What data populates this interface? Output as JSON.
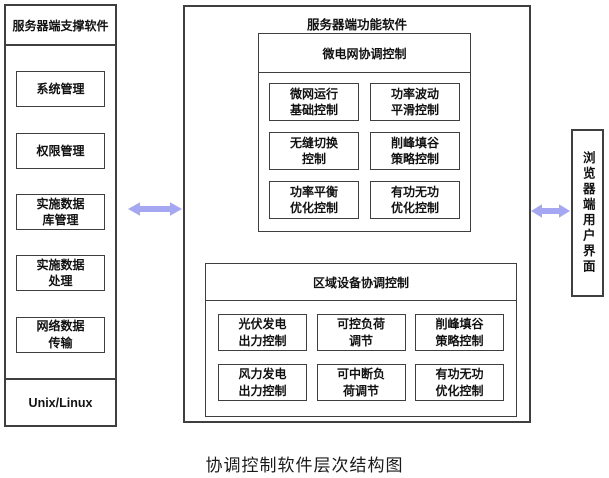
{
  "diagram": {
    "caption": "协调控制软件层次结构图"
  },
  "left_panel": {
    "title": "服务器端支撑软件",
    "items": [
      "系统管理",
      "权限管理",
      "实施数据\n库管理",
      "实施数据\n处理",
      "网络数据\n传输"
    ],
    "footer": "Unix/Linux"
  },
  "mid_panel": {
    "title": "服务器端功能软件",
    "groups": [
      {
        "title": "微电网协调控制",
        "items": [
          "微网运行\n基础控制",
          "功率波动\n平滑控制",
          "无缝切换\n控制",
          "削峰填谷\n策略控制",
          "功率平衡\n优化控制",
          "有功无功\n优化控制"
        ]
      },
      {
        "title": "区域设备协调控制",
        "items": [
          "光伏发电\n出力控制",
          "可控负荷\n调节",
          "削峰填谷\n策略控制",
          "风力发电\n出力控制",
          "可中断负\n荷调节",
          "有功无功\n优化控制"
        ]
      }
    ]
  },
  "right_panel": {
    "title": "浏览器端用户界面"
  },
  "icons": {
    "left_arrow": "bidirectional-arrow",
    "right_arrow": "bidirectional-arrow"
  },
  "colors": {
    "arrow": "#a6a7f2",
    "line": "#3f3f3f",
    "text": "#111111"
  }
}
